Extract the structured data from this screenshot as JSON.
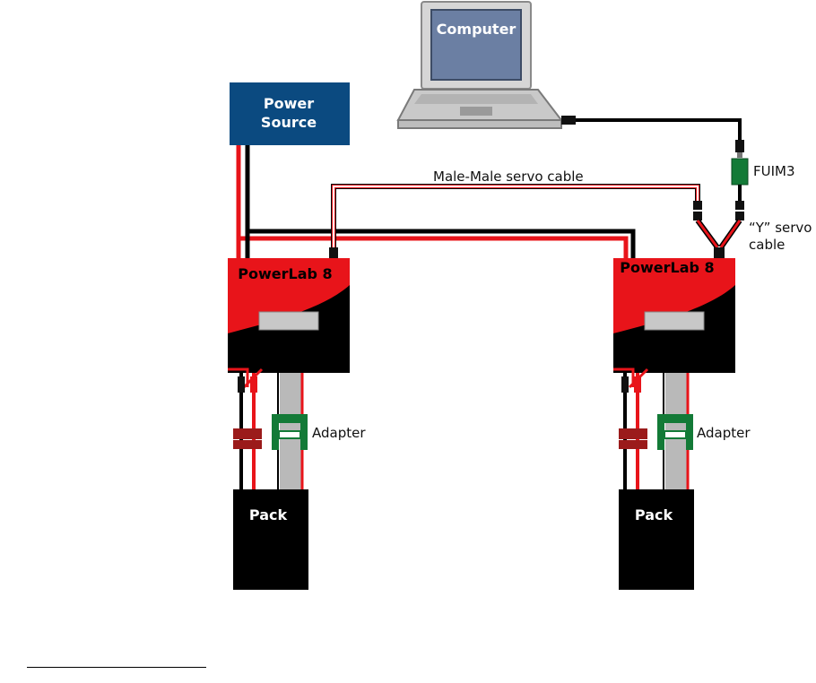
{
  "computer": {
    "label": "Computer"
  },
  "power_source": {
    "line1": "Power",
    "line2": "Source"
  },
  "servo_cable": {
    "label": "Male-Male servo cable"
  },
  "fuim": {
    "label": "FUIM3"
  },
  "y_cable": {
    "line1": "“Y” servo",
    "line2": "cable"
  },
  "powerlab_left": {
    "label": "PowerLab 8"
  },
  "powerlab_right": {
    "label": "PowerLab 8"
  },
  "adapter_left": {
    "label": "Adapter"
  },
  "adapter_right": {
    "label": "Adapter"
  },
  "pack_left": {
    "label": "Pack"
  },
  "pack_right": {
    "label": "Pack"
  },
  "colors": {
    "wire_red": "#e8141a",
    "wire_black": "#000000",
    "powerlab_red": "#e8141a",
    "power_source_blue": "#0b4a80",
    "fuim_green": "#137a37",
    "adapter_green": "#137a37",
    "connector_darkred": "#9b1b1b",
    "laptop_gray": "#c9c9c9",
    "screen_blue": "#6b7fa3"
  }
}
